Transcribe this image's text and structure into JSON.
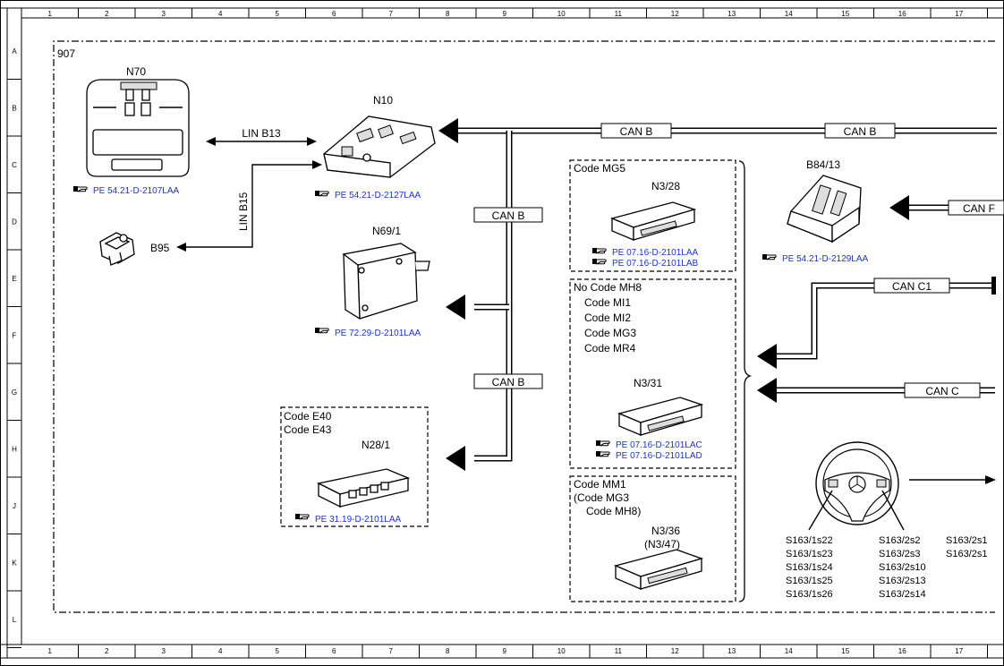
{
  "frame": {
    "columns": [
      "1",
      "2",
      "3",
      "4",
      "5",
      "6",
      "7",
      "8",
      "9",
      "10",
      "11",
      "12",
      "13",
      "14",
      "15",
      "16",
      "17"
    ],
    "rows": [
      "A",
      "B",
      "C",
      "D",
      "E",
      "F",
      "G",
      "H",
      "J",
      "K",
      "L"
    ]
  },
  "area_label": "907",
  "components": {
    "n70": "N70",
    "n10": "N10",
    "b95": "B95",
    "n69_1": "N69/1",
    "n28_1": "N28/1",
    "n3_28": "N3/28",
    "n3_31": "N3/31",
    "n3_36": "N3/36",
    "n3_47": "(N3/47)",
    "b84_13": "B84/13"
  },
  "buses": {
    "lin_b13": "LIN B13",
    "lin_b15": "LIN B15",
    "can_b": "CAN B",
    "can_c1": "CAN C1",
    "can_c": "CAN C",
    "can_f_partial": "CAN F"
  },
  "refs": {
    "n70": "PE 54.21-D-2107LAA",
    "n10": "PE 54.21-D-2127LAA",
    "n69_1": "PE 72.29-D-2101LAA",
    "n28_1": "PE 31.19-D-2101LAA",
    "n3_28_a": "PE 07.16-D-2101LAA",
    "n3_28_b": "PE 07.16-D-2101LAB",
    "n3_31_a": "PE 07.16-D-2101LAC",
    "n3_31_b": "PE 07.16-D-2101LAD",
    "b84_13": "PE 54.21-D-2129LAA"
  },
  "codes": {
    "e40": "Code E40",
    "e43": "Code E43",
    "mg5": "Code MG5",
    "no_mh8": "No Code MH8",
    "mi1": "Code MI1",
    "mi2": "Code MI2",
    "mg3": "Code MG3",
    "mr4": "Code MR4",
    "mm1": "Code MM1",
    "mg3_paren": "(Code MG3",
    "mh8_paren": "Code MH8)"
  },
  "switches": {
    "col1": [
      "S163/1s22",
      "S163/1s23",
      "S163/1s24",
      "S163/1s25",
      "S163/1s26"
    ],
    "col2": [
      "S163/2s2",
      "S163/2s3",
      "S163/2s10",
      "S163/2s13",
      "S163/2s14"
    ],
    "col3": [
      "S163/2s1",
      "S163/2s1"
    ]
  },
  "icons": [
    "hand-pointer-icon",
    "arrow-icon"
  ]
}
